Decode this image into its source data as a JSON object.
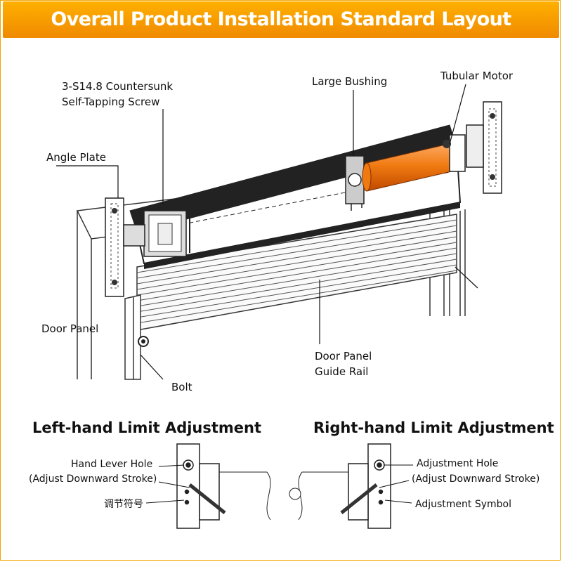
{
  "title": "Overall Product Installation Standard Layout",
  "labels": {
    "screw_line1": "3-S14.8 Countersunk",
    "screw_line2": "Self-Tapping Screw",
    "bushing": "Large Bushing",
    "motor": "Tubular Motor",
    "angle_plate": "Angle Plate",
    "door_panel": "Door Panel",
    "guide_rail_line1": "Door Panel",
    "guide_rail_line2": "Guide Rail",
    "bolt": "Bolt"
  },
  "left_limit": {
    "heading": "Left-hand Limit Adjustment",
    "hole_line1": "Hand Lever Hole",
    "hole_line2": "(Adjust Downward Stroke)",
    "symbol": "调节符号"
  },
  "right_limit": {
    "heading": "Right-hand Limit Adjustment",
    "hole_line1": "Adjustment Hole",
    "hole_line2": "(Adjust Downward Stroke)",
    "symbol": "Adjustment Symbol"
  },
  "colors": {
    "title_bar": "#f7a000",
    "motor": "#f07a10",
    "frame_border": "#f2a300"
  }
}
